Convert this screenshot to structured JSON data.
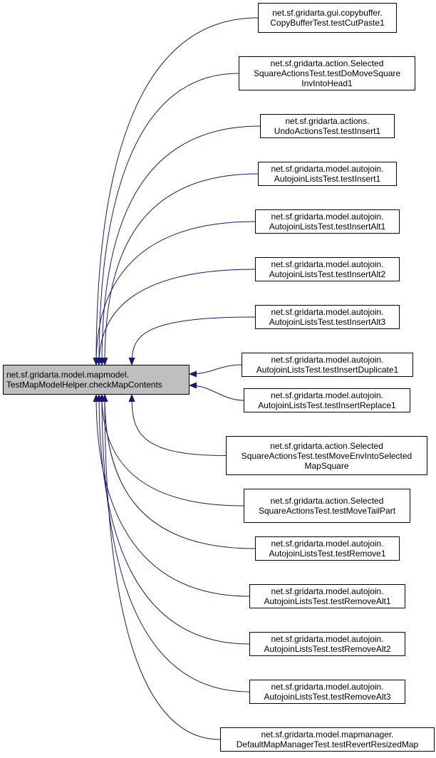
{
  "colors": {
    "edge": "#191970",
    "main_fill": "#bfbfbf",
    "node_fill": "#ffffff",
    "border": "#000000"
  },
  "main_node": {
    "id": "main",
    "lines": [
      "net.sf.gridarta.model.mapmodel.",
      "TestMapModelHelper.checkMapContents"
    ]
  },
  "callers": [
    {
      "id": "c1",
      "lines": [
        "net.sf.gridarta.gui.copybuffer.",
        "CopyBufferTest.testCutPaste1"
      ]
    },
    {
      "id": "c2",
      "lines": [
        "net.sf.gridarta.action.Selected",
        "SquareActionsTest.testDoMoveSquare",
        "InvIntoHead1"
      ]
    },
    {
      "id": "c3",
      "lines": [
        "net.sf.gridarta.actions.",
        "UndoActionsTest.testInsert1"
      ]
    },
    {
      "id": "c4",
      "lines": [
        "net.sf.gridarta.model.autojoin.",
        "AutojoinListsTest.testInsert1"
      ]
    },
    {
      "id": "c5",
      "lines": [
        "net.sf.gridarta.model.autojoin.",
        "AutojoinListsTest.testInsertAlt1"
      ]
    },
    {
      "id": "c6",
      "lines": [
        "net.sf.gridarta.model.autojoin.",
        "AutojoinListsTest.testInsertAlt2"
      ]
    },
    {
      "id": "c7",
      "lines": [
        "net.sf.gridarta.model.autojoin.",
        "AutojoinListsTest.testInsertAlt3"
      ]
    },
    {
      "id": "c8",
      "lines": [
        "net.sf.gridarta.model.autojoin.",
        "AutojoinListsTest.testInsertDuplicate1"
      ]
    },
    {
      "id": "c9",
      "lines": [
        "net.sf.gridarta.model.autojoin.",
        "AutojoinListsTest.testInsertReplace1"
      ]
    },
    {
      "id": "c10",
      "lines": [
        "net.sf.gridarta.action.Selected",
        "SquareActionsTest.testMoveEnvIntoSelected",
        "MapSquare"
      ]
    },
    {
      "id": "c11",
      "lines": [
        "net.sf.gridarta.action.Selected",
        "SquareActionsTest.testMoveTailPart"
      ]
    },
    {
      "id": "c12",
      "lines": [
        "net.sf.gridarta.model.autojoin.",
        "AutojoinListsTest.testRemove1"
      ]
    },
    {
      "id": "c13",
      "lines": [
        "net.sf.gridarta.model.autojoin.",
        "AutojoinListsTest.testRemoveAlt1"
      ]
    },
    {
      "id": "c14",
      "lines": [
        "net.sf.gridarta.model.autojoin.",
        "AutojoinListsTest.testRemoveAlt2"
      ]
    },
    {
      "id": "c15",
      "lines": [
        "net.sf.gridarta.model.autojoin.",
        "AutojoinListsTest.testRemoveAlt3"
      ]
    },
    {
      "id": "c16",
      "lines": [
        "net.sf.gridarta.model.mapmanager.",
        "DefaultMapManagerTest.testRevertResizedMap"
      ]
    }
  ],
  "edges": [
    {
      "from": "c1",
      "to": "main"
    },
    {
      "from": "c2",
      "to": "main"
    },
    {
      "from": "c3",
      "to": "main"
    },
    {
      "from": "c4",
      "to": "main"
    },
    {
      "from": "c5",
      "to": "main"
    },
    {
      "from": "c6",
      "to": "main"
    },
    {
      "from": "c7",
      "to": "main"
    },
    {
      "from": "c8",
      "to": "main"
    },
    {
      "from": "c9",
      "to": "main"
    },
    {
      "from": "c10",
      "to": "main"
    },
    {
      "from": "c11",
      "to": "main"
    },
    {
      "from": "c12",
      "to": "main"
    },
    {
      "from": "c13",
      "to": "main"
    },
    {
      "from": "c14",
      "to": "main"
    },
    {
      "from": "c15",
      "to": "main"
    },
    {
      "from": "c16",
      "to": "main"
    }
  ]
}
